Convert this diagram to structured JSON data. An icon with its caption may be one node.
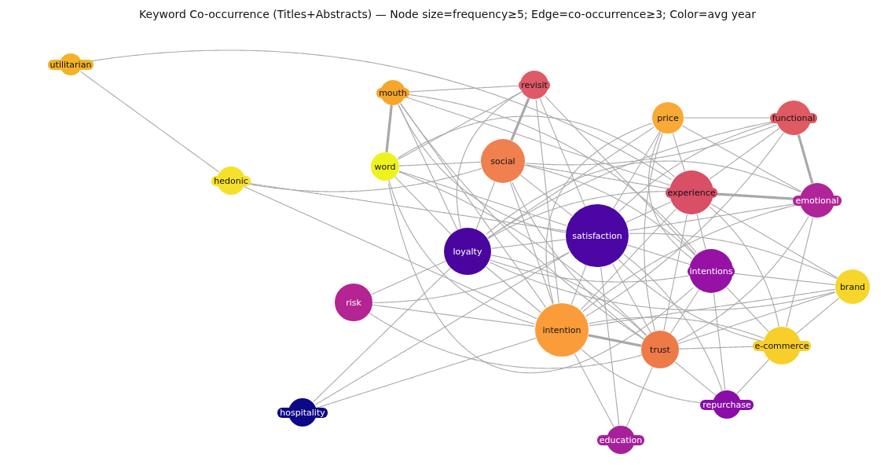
{
  "diagram": {
    "title": "Keyword Co-occurrence (Titles+Abstracts) — Node size=frequency≥5; Edge=co-occurrence≥3; Color=avg year",
    "nodes": [
      {
        "text": [
          "utilitarian"
        ]
      },
      {
        "text": [
          "mouth"
        ]
      },
      {
        "text": [
          "revisit"
        ]
      },
      {
        "text": [
          "price"
        ]
      },
      {
        "text": [
          "functional"
        ]
      },
      {
        "text": [
          "word"
        ]
      },
      {
        "text": [
          "hedonic"
        ]
      },
      {
        "text": [
          "social"
        ]
      },
      {
        "text": [
          "experience"
        ]
      },
      {
        "text": [
          "emotional"
        ]
      },
      {
        "text": [
          "satisfaction"
        ]
      },
      {
        "text": [
          "intentions"
        ]
      },
      {
        "text": [
          "loyalty"
        ]
      },
      {
        "text": [
          "intention"
        ]
      },
      {
        "text": [
          "brand"
        ]
      },
      {
        "text": [
          "risk"
        ]
      },
      {
        "text": [
          "trust"
        ]
      },
      {
        "text": [
          "e-commerce"
        ]
      },
      {
        "text": [
          "repurchase"
        ]
      },
      {
        "text": [
          "hospitality"
        ]
      },
      {
        "text": [
          "education"
        ]
      }
    ],
    "edges": [
      {
        "from": 0,
        "to": 6,
        "arrow": "none"
      },
      {
        "from": 0,
        "to": 8,
        "arrow": "none"
      },
      {
        "from": 6,
        "to": 7,
        "arrow": "none"
      },
      {
        "from": 6,
        "to": 10,
        "arrow": "none"
      },
      {
        "from": 6,
        "to": 13,
        "arrow": "none"
      },
      {
        "from": 1,
        "to": 5,
        "arrow": "none",
        "style": "thick"
      },
      {
        "from": 1,
        "to": 2,
        "arrow": "none"
      },
      {
        "from": 1,
        "to": 10,
        "arrow": "none"
      },
      {
        "from": 1,
        "to": 13,
        "arrow": "none"
      },
      {
        "from": 1,
        "to": 12,
        "arrow": "none"
      },
      {
        "from": 1,
        "to": 8,
        "arrow": "none"
      },
      {
        "from": 1,
        "to": 11,
        "arrow": "none"
      },
      {
        "from": 1,
        "to": 16,
        "arrow": "none"
      },
      {
        "from": 2,
        "to": 7,
        "arrow": "none",
        "style": "thick"
      },
      {
        "from": 2,
        "to": 13,
        "arrow": "none"
      },
      {
        "from": 2,
        "to": 5,
        "arrow": "none"
      },
      {
        "from": 2,
        "to": 11,
        "arrow": "none"
      },
      {
        "from": 2,
        "to": 10,
        "arrow": "none"
      },
      {
        "from": 2,
        "to": 12,
        "arrow": "none"
      },
      {
        "from": 5,
        "to": 7,
        "arrow": "none"
      },
      {
        "from": 5,
        "to": 10,
        "arrow": "none"
      },
      {
        "from": 5,
        "to": 13,
        "arrow": "none"
      },
      {
        "from": 5,
        "to": 12,
        "arrow": "none"
      },
      {
        "from": 5,
        "to": 16,
        "arrow": "none"
      },
      {
        "from": 5,
        "to": 11,
        "arrow": "none"
      },
      {
        "from": 5,
        "to": 8,
        "arrow": "none"
      },
      {
        "from": 3,
        "to": 4,
        "arrow": "none"
      },
      {
        "from": 3,
        "to": 8,
        "arrow": "none"
      },
      {
        "from": 3,
        "to": 10,
        "arrow": "none"
      },
      {
        "from": 3,
        "to": 13,
        "arrow": "none"
      },
      {
        "from": 3,
        "to": 12,
        "arrow": "none"
      },
      {
        "from": 3,
        "to": 9,
        "arrow": "none"
      },
      {
        "from": 3,
        "to": 11,
        "arrow": "none"
      },
      {
        "from": 3,
        "to": 16,
        "arrow": "none"
      },
      {
        "from": 4,
        "to": 9,
        "arrow": "none",
        "style": "thick"
      },
      {
        "from": 4,
        "to": 8,
        "arrow": "none"
      },
      {
        "from": 4,
        "to": 10,
        "arrow": "none"
      },
      {
        "from": 4,
        "to": 13,
        "arrow": "none"
      },
      {
        "from": 4,
        "to": 12,
        "arrow": "none"
      },
      {
        "from": 4,
        "to": 7,
        "arrow": "none"
      },
      {
        "from": 9,
        "to": 8,
        "arrow": "none",
        "style": "thick"
      },
      {
        "from": 9,
        "to": 10,
        "arrow": "none"
      },
      {
        "from": 9,
        "to": 13,
        "arrow": "none"
      },
      {
        "from": 9,
        "to": 12,
        "arrow": "none"
      },
      {
        "from": 9,
        "to": 17,
        "arrow": "none"
      },
      {
        "from": 9,
        "to": 16,
        "arrow": "none"
      },
      {
        "from": 7,
        "to": 10,
        "arrow": "none"
      },
      {
        "from": 7,
        "to": 13,
        "arrow": "none"
      },
      {
        "from": 7,
        "to": 12,
        "arrow": "none"
      },
      {
        "from": 7,
        "to": 8,
        "arrow": "none"
      },
      {
        "from": 7,
        "to": 11,
        "arrow": "none"
      },
      {
        "from": 7,
        "to": 16,
        "arrow": "none"
      },
      {
        "from": 8,
        "to": 10,
        "arrow": "none"
      },
      {
        "from": 8,
        "to": 13,
        "arrow": "none"
      },
      {
        "from": 8,
        "to": 11,
        "arrow": "none"
      },
      {
        "from": 8,
        "to": 12,
        "arrow": "none"
      },
      {
        "from": 8,
        "to": 16,
        "arrow": "none"
      },
      {
        "from": 8,
        "to": 17,
        "arrow": "none"
      },
      {
        "from": 8,
        "to": 14,
        "arrow": "none"
      },
      {
        "from": 10,
        "to": 13,
        "arrow": "none"
      },
      {
        "from": 10,
        "to": 12,
        "arrow": "none"
      },
      {
        "from": 10,
        "to": 11,
        "arrow": "none"
      },
      {
        "from": 10,
        "to": 16,
        "arrow": "none"
      },
      {
        "from": 10,
        "to": 14,
        "arrow": "none"
      },
      {
        "from": 10,
        "to": 17,
        "arrow": "none"
      },
      {
        "from": 10,
        "to": 18,
        "arrow": "none"
      },
      {
        "from": 11,
        "to": 16,
        "arrow": "none"
      },
      {
        "from": 11,
        "to": 18,
        "arrow": "none"
      },
      {
        "from": 11,
        "to": 14,
        "arrow": "none"
      },
      {
        "from": 11,
        "to": 17,
        "arrow": "none"
      },
      {
        "from": 11,
        "to": 12,
        "arrow": "none"
      },
      {
        "from": 12,
        "to": 13,
        "arrow": "none"
      },
      {
        "from": 12,
        "to": 15,
        "arrow": "none"
      },
      {
        "from": 12,
        "to": 16,
        "arrow": "none"
      },
      {
        "from": 12,
        "to": 14,
        "arrow": "none"
      },
      {
        "from": 13,
        "to": 16,
        "arrow": "none",
        "style": "thick"
      },
      {
        "from": 13,
        "to": 18,
        "arrow": "none"
      },
      {
        "from": 13,
        "to": 14,
        "arrow": "none"
      },
      {
        "from": 13,
        "to": 17,
        "arrow": "none"
      },
      {
        "from": 13,
        "to": 15,
        "arrow": "none"
      },
      {
        "from": 13,
        "to": 20,
        "arrow": "none"
      },
      {
        "from": 15,
        "to": 16,
        "arrow": "none"
      },
      {
        "from": 15,
        "to": 10,
        "arrow": "none"
      },
      {
        "from": 19,
        "to": 12,
        "arrow": "none"
      },
      {
        "from": 19,
        "to": 13,
        "arrow": "none"
      },
      {
        "from": 19,
        "to": 10,
        "arrow": "none"
      },
      {
        "from": 16,
        "to": 17,
        "arrow": "none"
      },
      {
        "from": 16,
        "to": 18,
        "arrow": "none"
      },
      {
        "from": 16,
        "to": 20,
        "arrow": "none"
      },
      {
        "from": 16,
        "to": 14,
        "arrow": "none"
      },
      {
        "from": 17,
        "to": 14,
        "arrow": "none"
      },
      {
        "from": 17,
        "to": 18,
        "arrow": "none"
      },
      {
        "from": 20,
        "to": 10,
        "arrow": "none"
      }
    ]
  }
}
